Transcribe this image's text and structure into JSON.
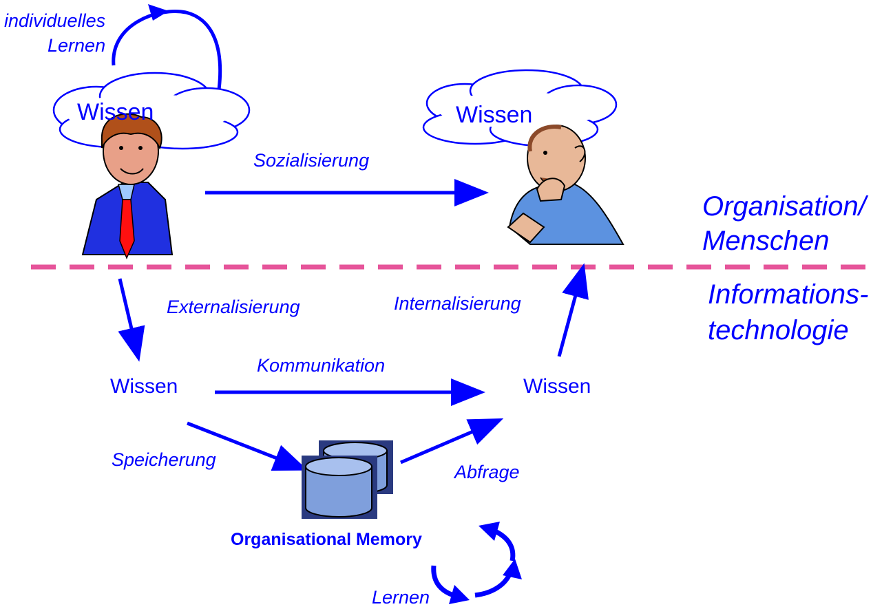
{
  "colors": {
    "arrow": "#0000ff",
    "text": "#0000ff",
    "divider": "#e6549a",
    "cloud_stroke": "#0000ff",
    "cloud_fill": "#ffffff",
    "database_fill": "#7f9fdc"
  },
  "labels": {
    "individual_learning": "individuelles\nLernen",
    "cloud_left": "Wissen",
    "cloud_right": "Wissen",
    "socialization": "Sozialisierung",
    "organisation_people": "Organisation/\nMenschen",
    "information_technology": "Informations-\ntechnologie",
    "externalization": "Externalisierung",
    "internalization": "Internalisierung",
    "communication": "Kommunikation",
    "knowledge_left": "Wissen",
    "knowledge_right": "Wissen",
    "storage": "Speicherung",
    "query": "Abfrage",
    "organisational_memory": "Organisational Memory",
    "learning": "Lernen"
  },
  "icons": {
    "person_left": "businessman-icon",
    "person_right": "thinking-man-icon",
    "database": "database-icon",
    "cloud": "thought-cloud-icon"
  }
}
